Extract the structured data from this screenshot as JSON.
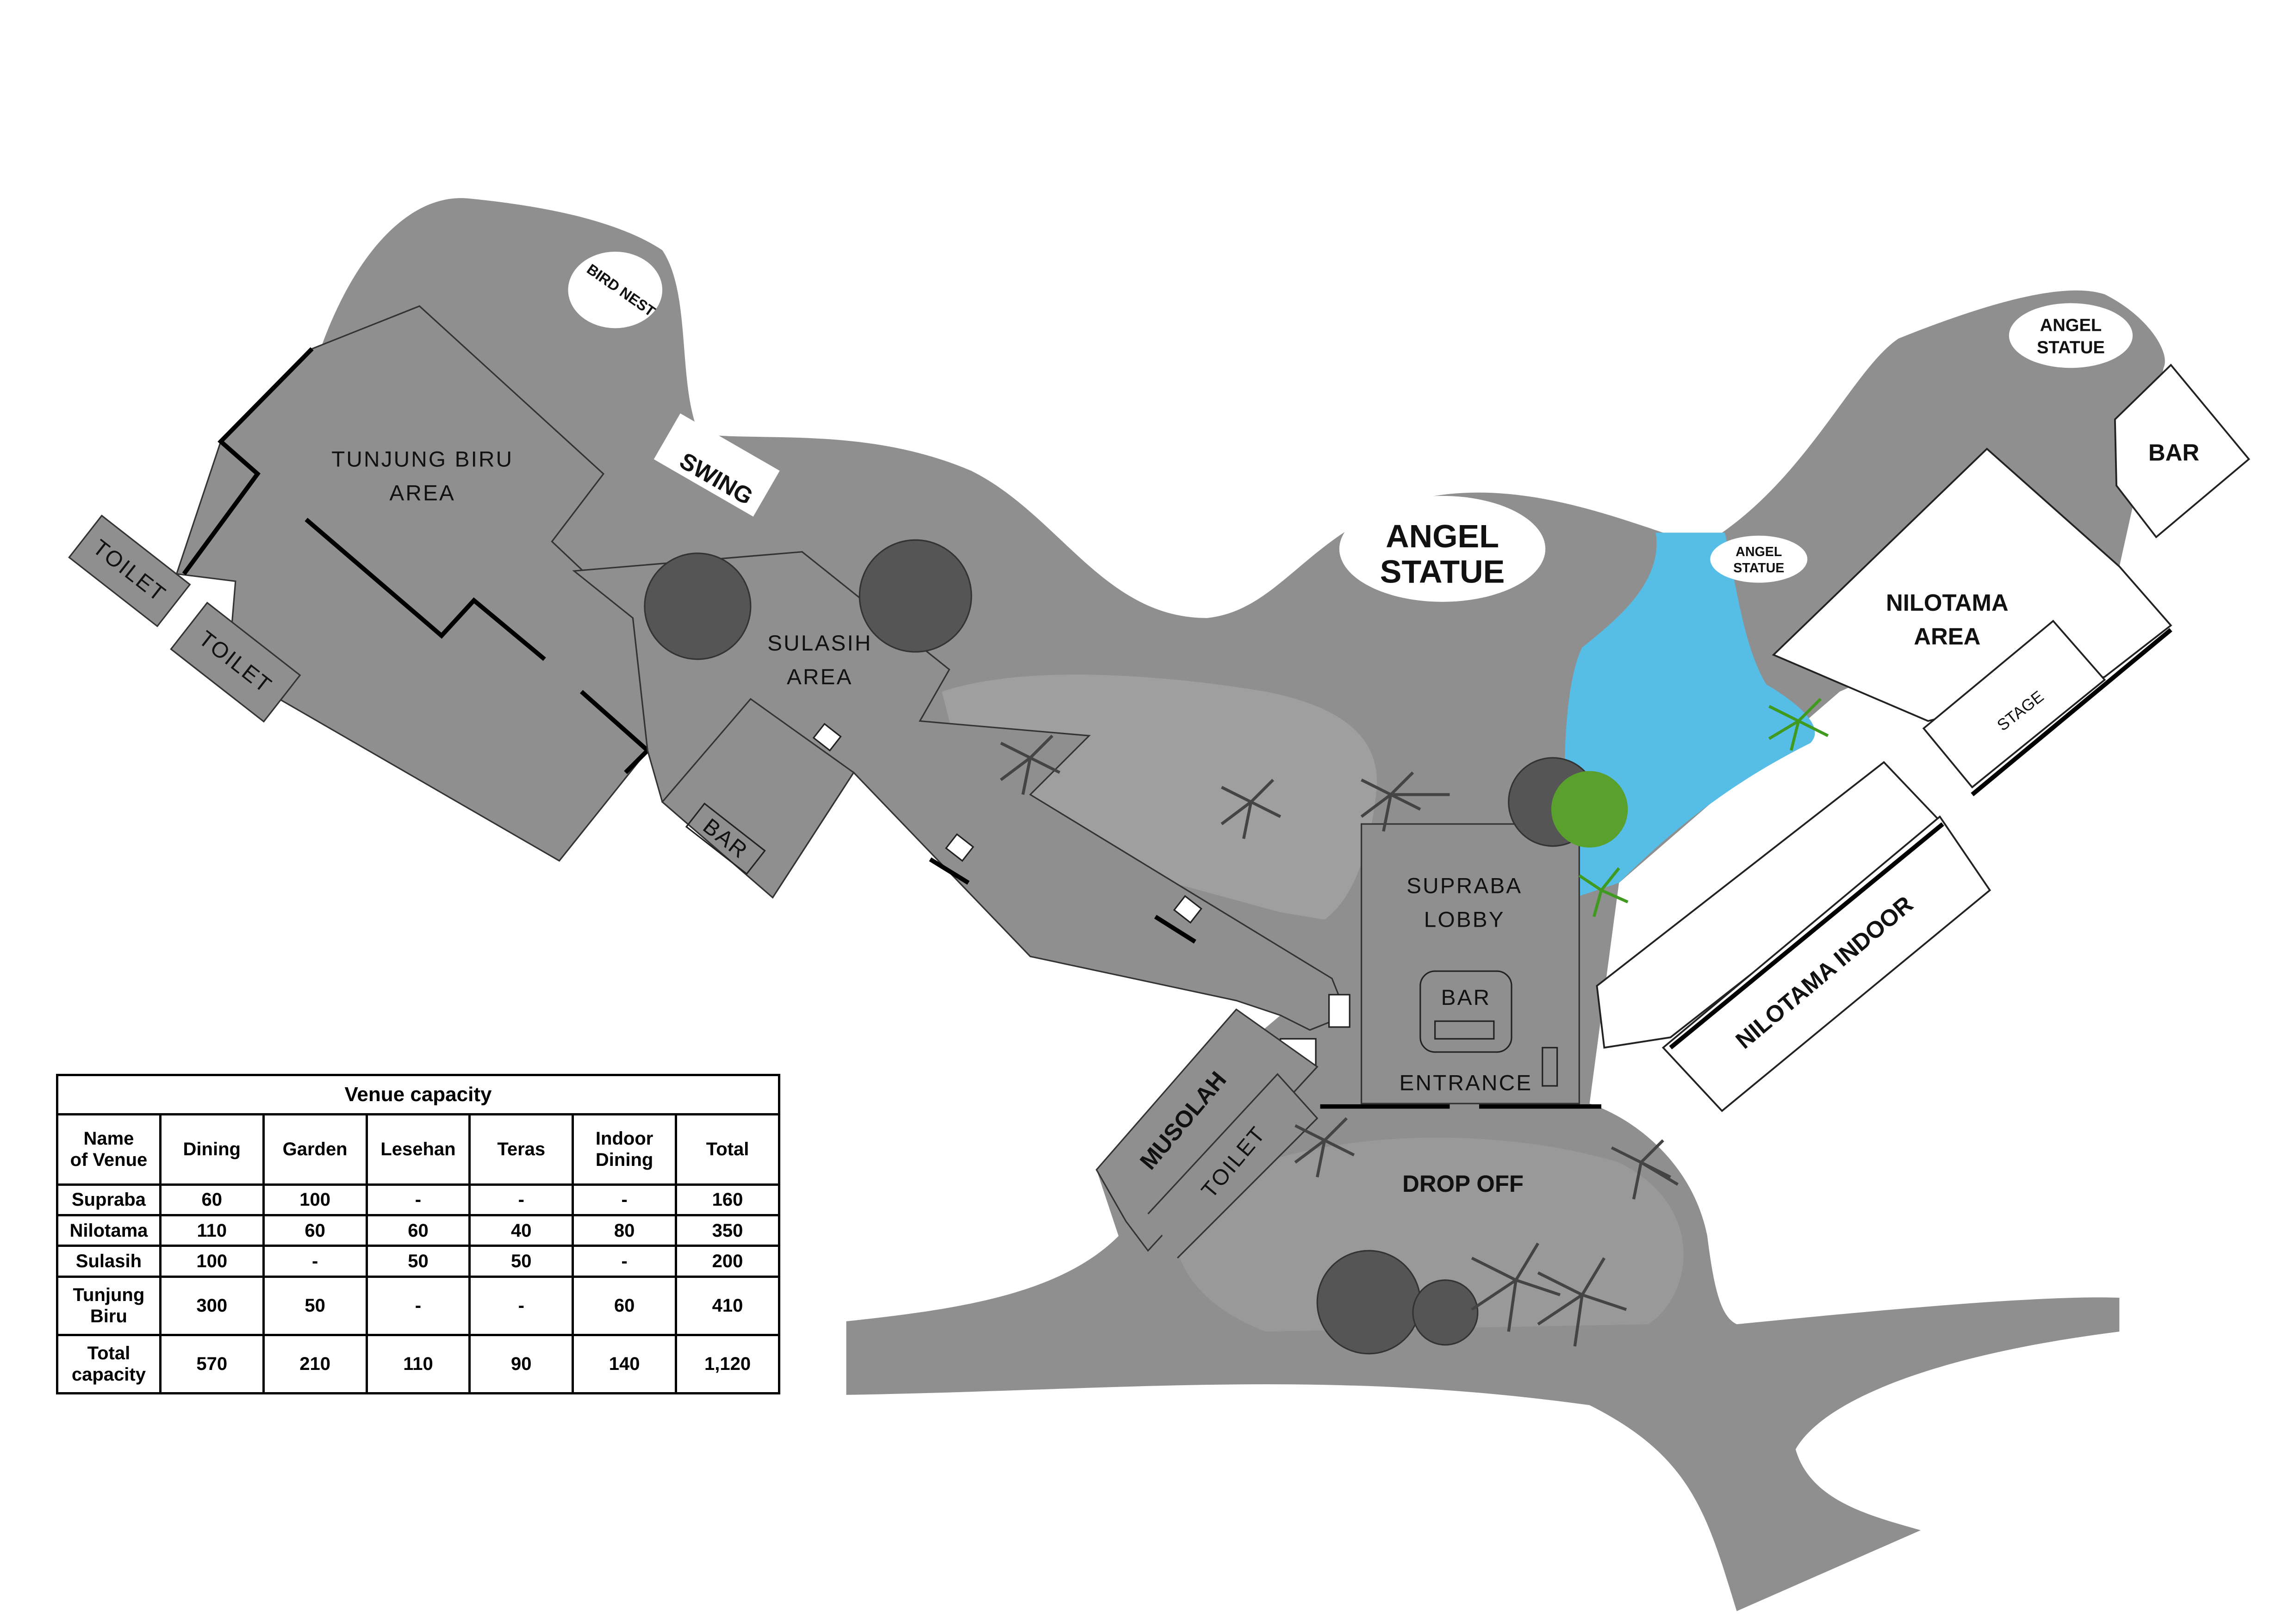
{
  "map": {
    "labels": {
      "tunjung_biru_1": "TUNJUNG BIRU",
      "tunjung_biru_2": "AREA",
      "toilet_upper": "TOILET",
      "toilet_lower": "TOILET",
      "bird_nest": "BIRD NEST",
      "swing": "SWING",
      "sulasih_1": "SULASIH",
      "sulasih_2": "AREA",
      "sulasih_bar": "BAR",
      "angel_statue_center_1": "ANGEL",
      "angel_statue_center_2": "STATUE",
      "angel_statue_pond_1": "ANGEL",
      "angel_statue_pond_2": "STATUE",
      "angel_statue_top_1": "ANGEL",
      "angel_statue_top_2": "STATUE",
      "nilotama_bar": "BAR",
      "nilotama_1": "NILOTAMA",
      "nilotama_2": "AREA",
      "stage": "STAGE",
      "nilotama_indoor": "NILOTAMA INDOOR",
      "supraba_1": "SUPRABA",
      "supraba_2": "LOBBY",
      "lobby_bar": "BAR",
      "entrance": "ENTRANCE",
      "musolah": "MUSOLAH",
      "toilet_musolah": "TOILET",
      "drop_off": "DROP OFF"
    },
    "colors": {
      "ground": "#8f8f8f",
      "pond": "#55bde6",
      "tree_green": "#5aa02c"
    }
  },
  "capacity_table": {
    "title": "Venue capacity",
    "headers": [
      "Name\nof Venue",
      "Dining",
      "Garden",
      "Lesehan",
      "Teras",
      "Indoor\nDining",
      "Total"
    ],
    "header_lines": {
      "name_1": "Name",
      "name_2": "of Venue",
      "indoor_1": "Indoor",
      "indoor_2": "Dining"
    },
    "rows": [
      [
        "Supraba",
        "60",
        "100",
        "-",
        "-",
        "-",
        "160"
      ],
      [
        "Nilotama",
        "110",
        "60",
        "60",
        "40",
        "80",
        "350"
      ],
      [
        "Sulasih",
        "100",
        "-",
        "50",
        "50",
        "-",
        "200"
      ],
      [
        "Tunjung Biru",
        "300",
        "50",
        "-",
        "-",
        "60",
        "410"
      ]
    ],
    "total_row": {
      "label_1": "Total",
      "label_2": "capacity",
      "values": [
        "570",
        "210",
        "110",
        "90",
        "140",
        "1,120"
      ]
    }
  }
}
